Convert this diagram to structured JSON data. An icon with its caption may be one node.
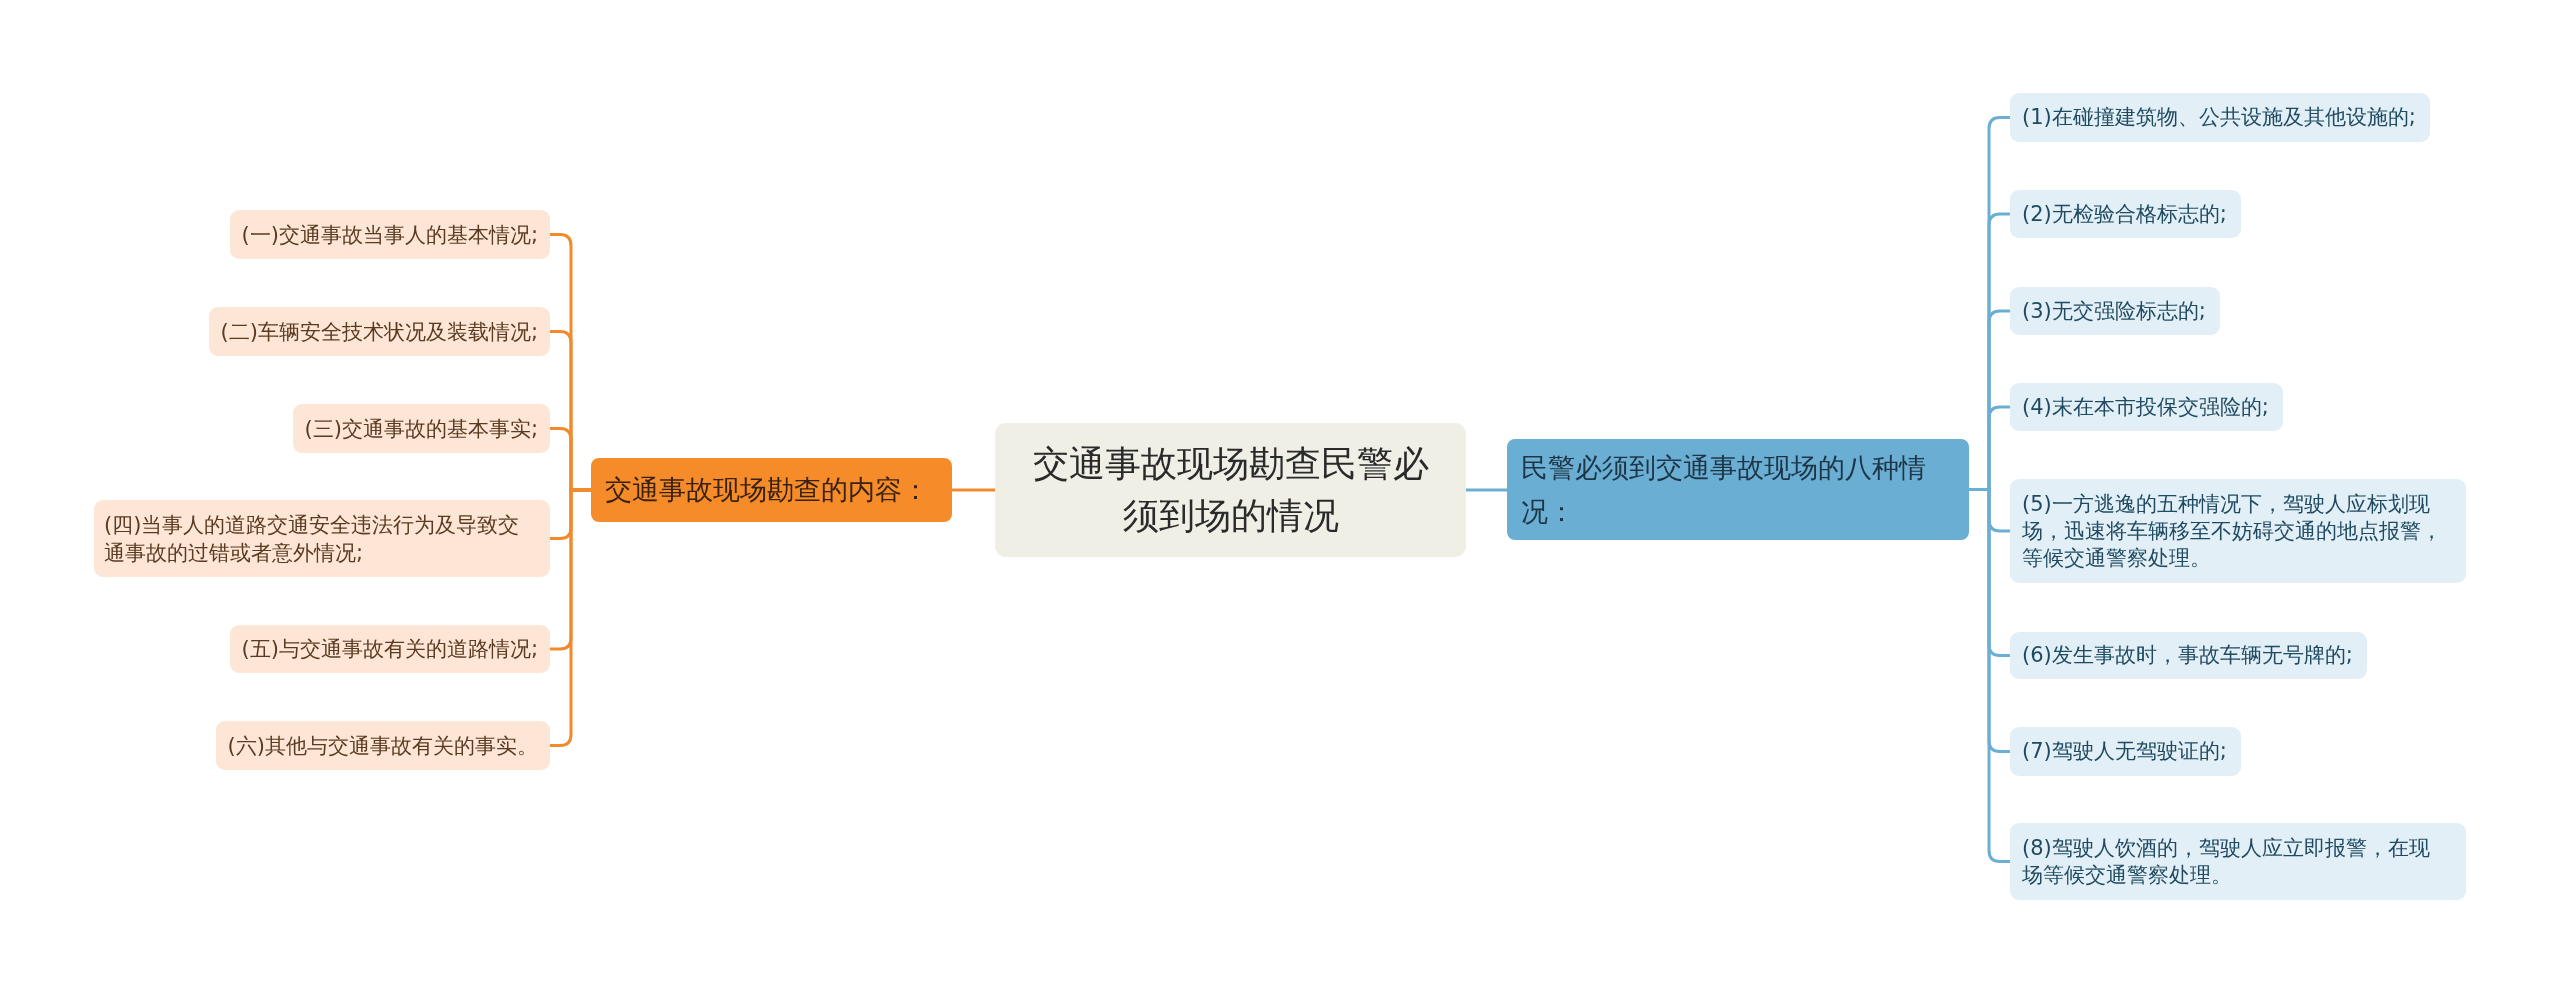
{
  "diagram": {
    "nodes": [
      {
        "text": [
          "交通事故现场勘查民警必须到场的情况"
        ]
      },
      {
        "text": [
          "交通事故现场勘查的内容："
        ]
      },
      {
        "text": [
          "(一)交通事故当事人的基本情况;"
        ]
      },
      {
        "text": [
          "(二)车辆安全技术状况及装载情况;"
        ]
      },
      {
        "text": [
          "(三)交通事故的基本事实;"
        ]
      },
      {
        "text": [
          "(四)当事人的道路交通安全违法行为及导致交通事故的过错或者意外情况;"
        ]
      },
      {
        "text": [
          "(五)与交通事故有关的道路情况;"
        ]
      },
      {
        "text": [
          "(六)其他与交通事故有关的事实。"
        ]
      },
      {
        "text": [
          "民警必须到交通事故现场的八种情况："
        ]
      },
      {
        "text": [
          "(1)在碰撞建筑物、公共设施及其他设施的;"
        ]
      },
      {
        "text": [
          "(2)无检验合格标志的;"
        ]
      },
      {
        "text": [
          "(3)无交强险标志的;"
        ]
      },
      {
        "text": [
          "(4)末在本市投保交强险的;"
        ]
      },
      {
        "text": [
          "(5)一方逃逸的五种情况下，驾驶人应标划现场，迅速将车辆移至不妨碍交通的地点报警，等候交通警察处理。"
        ]
      },
      {
        "text": [
          "(6)发生事故时，事故车辆无号牌的;"
        ]
      },
      {
        "text": [
          "(7)驾驶人无驾驶证的;"
        ]
      },
      {
        "text": [
          "(8)驾驶人饮酒的，驾驶人应立即报警，在现场等候交通警察处理。"
        ]
      }
    ],
    "edges": [
      {
        "from": 0,
        "to": 1,
        "arrow": "none",
        "color": "#f08a2c"
      },
      {
        "from": 1,
        "to": 2,
        "arrow": "none",
        "color": "#f08a2c"
      },
      {
        "from": 1,
        "to": 3,
        "arrow": "none",
        "color": "#f08a2c"
      },
      {
        "from": 1,
        "to": 4,
        "arrow": "none",
        "color": "#f08a2c"
      },
      {
        "from": 1,
        "to": 5,
        "arrow": "none",
        "color": "#f08a2c"
      },
      {
        "from": 1,
        "to": 6,
        "arrow": "none",
        "color": "#f08a2c"
      },
      {
        "from": 1,
        "to": 7,
        "arrow": "none",
        "color": "#f08a2c"
      },
      {
        "from": 0,
        "to": 8,
        "arrow": "none"
      },
      {
        "from": 8,
        "to": 9,
        "arrow": "none"
      },
      {
        "from": 8,
        "to": 10,
        "arrow": "none"
      },
      {
        "from": 8,
        "to": 11,
        "arrow": "none"
      },
      {
        "from": 8,
        "to": 12,
        "arrow": "none"
      },
      {
        "from": 8,
        "to": 13,
        "arrow": "none"
      },
      {
        "from": 8,
        "to": 14,
        "arrow": "none"
      },
      {
        "from": 8,
        "to": 15,
        "arrow": "none"
      },
      {
        "from": 8,
        "to": 16,
        "arrow": "none"
      }
    ]
  }
}
